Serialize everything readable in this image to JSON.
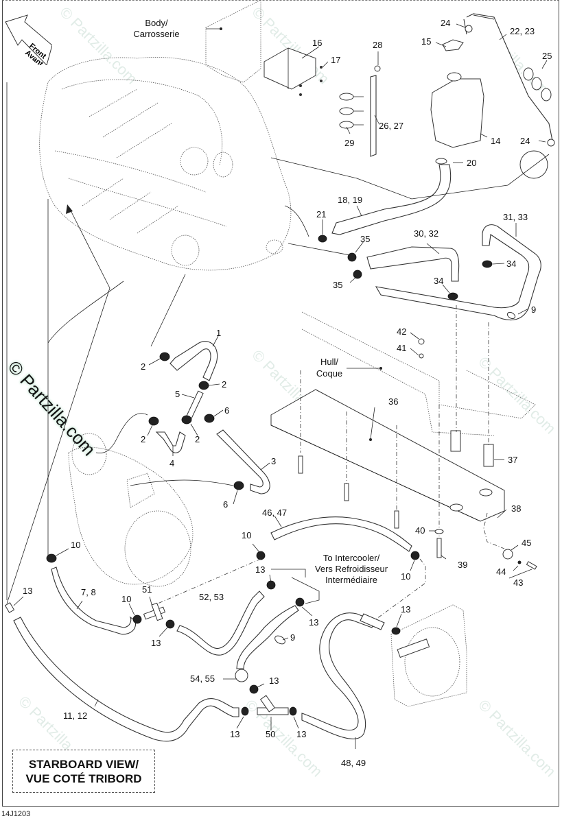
{
  "diagram": {
    "figure_id": "14J1203",
    "view_label": [
      "STARBOARD VIEW/",
      "VUE COTÉ TRIBORD"
    ],
    "front_arrow": [
      "Front",
      "Avant"
    ],
    "watermark": "© Partzilla.com",
    "notes": {
      "body": [
        "Body/",
        "Carrosserie"
      ],
      "hull": [
        "Hull/",
        "Coque"
      ],
      "intercooler": [
        "To Intercooler/",
        "Vers Refroidisseur",
        "Intermédiaire"
      ]
    },
    "callouts": [
      {
        "id": "c16",
        "text": "16"
      },
      {
        "id": "c17",
        "text": "17"
      },
      {
        "id": "c28",
        "text": "28"
      },
      {
        "id": "c29",
        "text": "29"
      },
      {
        "id": "c26_27",
        "text": "26, 27"
      },
      {
        "id": "c24a",
        "text": "24"
      },
      {
        "id": "c15",
        "text": "15"
      },
      {
        "id": "c22_23",
        "text": "22, 23"
      },
      {
        "id": "c25",
        "text": "25"
      },
      {
        "id": "c14",
        "text": "14"
      },
      {
        "id": "c24b",
        "text": "24"
      },
      {
        "id": "c20",
        "text": "20"
      },
      {
        "id": "c18_19",
        "text": "18, 19"
      },
      {
        "id": "c21",
        "text": "21"
      },
      {
        "id": "c35a",
        "text": "35"
      },
      {
        "id": "c35b",
        "text": "35"
      },
      {
        "id": "c30_32",
        "text": "30, 32"
      },
      {
        "id": "c31_33",
        "text": "31, 33"
      },
      {
        "id": "c34a",
        "text": "34"
      },
      {
        "id": "c34b",
        "text": "34"
      },
      {
        "id": "c9a",
        "text": "9"
      },
      {
        "id": "c42",
        "text": "42"
      },
      {
        "id": "c41",
        "text": "41"
      },
      {
        "id": "c36",
        "text": "36"
      },
      {
        "id": "c37",
        "text": "37"
      },
      {
        "id": "c38",
        "text": "38"
      },
      {
        "id": "c40",
        "text": "40"
      },
      {
        "id": "c39",
        "text": "39"
      },
      {
        "id": "c45",
        "text": "45"
      },
      {
        "id": "c44",
        "text": "44"
      },
      {
        "id": "c43",
        "text": "43"
      },
      {
        "id": "c1",
        "text": "1"
      },
      {
        "id": "c2a",
        "text": "2"
      },
      {
        "id": "c2b",
        "text": "2"
      },
      {
        "id": "c5",
        "text": "5"
      },
      {
        "id": "c6a",
        "text": "6"
      },
      {
        "id": "c2c",
        "text": "2"
      },
      {
        "id": "c2d",
        "text": "2"
      },
      {
        "id": "c4",
        "text": "4"
      },
      {
        "id": "c3",
        "text": "3"
      },
      {
        "id": "c6b",
        "text": "6"
      },
      {
        "id": "c46_47",
        "text": "46, 47"
      },
      {
        "id": "c10a",
        "text": "10"
      },
      {
        "id": "c10b",
        "text": "10"
      },
      {
        "id": "c10c",
        "text": "10"
      },
      {
        "id": "c10d",
        "text": "10"
      },
      {
        "id": "c13a",
        "text": "13"
      },
      {
        "id": "c13b",
        "text": "13"
      },
      {
        "id": "c13c",
        "text": "13"
      },
      {
        "id": "c13d",
        "text": "13"
      },
      {
        "id": "c13e",
        "text": "13"
      },
      {
        "id": "c13f",
        "text": "13"
      },
      {
        "id": "c13g",
        "text": "13"
      },
      {
        "id": "c13h",
        "text": "13"
      },
      {
        "id": "c7_8",
        "text": "7, 8"
      },
      {
        "id": "c51",
        "text": "51"
      },
      {
        "id": "c52_53",
        "text": "52, 53"
      },
      {
        "id": "c9b",
        "text": "9"
      },
      {
        "id": "c54_55",
        "text": "54, 55"
      },
      {
        "id": "c50",
        "text": "50"
      },
      {
        "id": "c11_12",
        "text": "11, 12"
      },
      {
        "id": "c48_49",
        "text": "48, 49"
      }
    ]
  }
}
